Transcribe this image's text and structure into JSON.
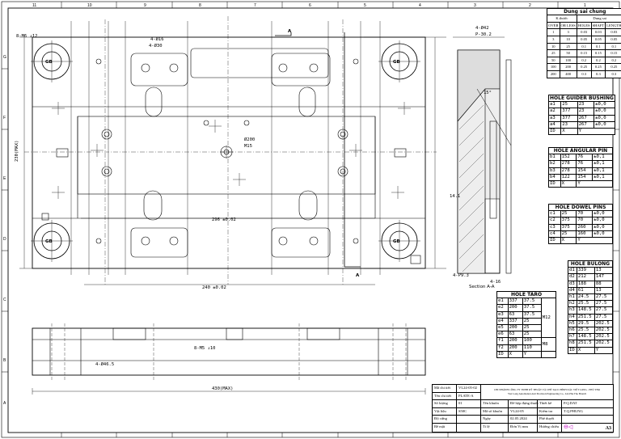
{
  "zones": {
    "columns": [
      "11",
      "10",
      "9",
      "8",
      "7",
      "6",
      "5",
      "4",
      "3",
      "2",
      "1"
    ],
    "rows": [
      "G",
      "F",
      "E",
      "D",
      "C",
      "B",
      "A"
    ]
  },
  "general_tolerance": {
    "title": "Dung sai chung",
    "headers": [
      "K.thước",
      "Dung sai"
    ],
    "subheaders": [
      "OVER",
      "OR LESS",
      "HOLES",
      "SHAFT",
      "LENGTH"
    ],
    "rows": [
      [
        "1",
        "3",
        "0.03",
        "0.03",
        "0.03"
      ],
      [
        "3",
        "10",
        "0.05",
        "0.05",
        "0.05"
      ],
      [
        "10",
        "25",
        "0.1",
        "0.1",
        "0.1"
      ],
      [
        "25",
        "50",
        "0.15",
        "0.15",
        "0.15"
      ],
      [
        "50",
        "100",
        "0.2",
        "0.2",
        "0.2"
      ],
      [
        "100",
        "200",
        "0.25",
        "0.25",
        "0.25"
      ],
      [
        "200",
        "400",
        "0.3",
        "0.3",
        "0.3"
      ]
    ]
  },
  "hole_guider_bushing": {
    "title": "HOLE GUIDER BUSHING",
    "rows": [
      [
        "a1",
        "25",
        "23",
        "±0,0"
      ],
      [
        "a2",
        "377",
        "23",
        "±0,0"
      ],
      [
        "a3",
        "377",
        "267",
        "±0,0"
      ],
      [
        "a4",
        "23",
        "267",
        "±0,0"
      ]
    ],
    "footer": [
      "ID",
      "X",
      "Y"
    ]
  },
  "hole_angular_pin": {
    "title": "HOLE ANGULAR PIN",
    "rows": [
      [
        "b1",
        "152",
        "76",
        "±0,1"
      ],
      [
        "b2",
        "278",
        "76",
        "±0,1"
      ],
      [
        "b3",
        "278",
        "154",
        "±0,1"
      ],
      [
        "b4",
        "122",
        "154",
        "±0,1"
      ]
    ],
    "footer": [
      "ID",
      "X",
      "Y"
    ]
  },
  "hole_dowel_pins": {
    "title": "HOLE DOWEL PINS",
    "rows": [
      [
        "c1",
        "25",
        "70",
        "±0,0"
      ],
      [
        "c2",
        "375",
        "70",
        "±0,0"
      ],
      [
        "c3",
        "375",
        "260",
        "±0,0"
      ],
      [
        "c4",
        "25",
        "160",
        "±0,0"
      ]
    ],
    "footer": [
      "ID",
      "X",
      "Y"
    ]
  },
  "hole_taro": {
    "title": "HOLE TARO",
    "thread_a": "M12",
    "thread_b": "M8",
    "rows": [
      [
        "e1",
        "337",
        "37.5"
      ],
      [
        "e2",
        "200",
        "37.5"
      ],
      [
        "e3",
        "63",
        "37.5"
      ],
      [
        "e4",
        "337",
        "25"
      ],
      [
        "e5",
        "200",
        "25"
      ],
      [
        "e6",
        "63",
        "25"
      ],
      [
        "f1",
        "200",
        "100"
      ],
      [
        "f2",
        "200",
        "110"
      ]
    ],
    "footer": [
      "ID",
      "X",
      "Y"
    ]
  },
  "hole_bulong": {
    "title": "HOLE BULONG",
    "rows": [
      [
        "d1",
        "339",
        "13"
      ],
      [
        "d2",
        "212",
        "147"
      ],
      [
        "d3",
        "188",
        "88"
      ],
      [
        "d4",
        "61",
        "13"
      ],
      [
        "h1",
        "24.5",
        "27.5"
      ],
      [
        "h2",
        "25.5",
        "27.5"
      ],
      [
        "h3",
        "148.5",
        "27.5"
      ],
      [
        "h4",
        "251.5",
        "27.5"
      ],
      [
        "h5",
        "29.5",
        "202.5"
      ],
      [
        "h6",
        "25.5",
        "202.5"
      ],
      [
        "h7",
        "148.5",
        "202.5"
      ],
      [
        "h8",
        "251.5",
        "202.5"
      ]
    ],
    "footer": [
      "ID",
      "X",
      "Y"
    ]
  },
  "title_block": {
    "company_vn": "CHI NHÁNH CÔNG TY TNHH KỸ THUẬT VÀ CHẾ TẠO CHÍNH XÁC VIỆT LONG - PHÚ THỌ",
    "company_en": "Viet Long Automation And Precision Engineering Co., Ltd-Phu Tho Branch",
    "rows": [
      [
        "Mã chi tiết",
        "VL24-05-02"
      ],
      [
        "Tên chi tiết",
        "PLATE-A"
      ],
      [
        "Số lượng",
        "01"
      ],
      [
        "Vật liệu",
        "S50C"
      ],
      [
        "Độ cứng",
        ""
      ],
      [
        "Bề mặt",
        ""
      ]
    ],
    "mid_rows": [
      [
        "Tên khuôn",
        "Đế hộp đựng thuốc"
      ],
      [
        "Mã số khuôn",
        "VL24-05"
      ],
      [
        "Ngày",
        "02.05.2024"
      ],
      [
        "Tỉ lệ",
        "Đơn Vị",
        "mm"
      ]
    ],
    "right_rows": [
      [
        "Thiết kế",
        "P.Q.DAT"
      ],
      [
        "Kiểm tra",
        "T.Q.PHUNG"
      ],
      [
        "Phê duyệt",
        ""
      ],
      [
        "Hướng chiếu",
        ""
      ]
    ],
    "sheet_size": "A3"
  },
  "drawing_labels": {
    "section_mark": "A",
    "section_caption": "Section A-A",
    "gb": "GB",
    "dims": {
      "overall_width_bottom": "430(MAX)",
      "width_296": "296 ±0.02",
      "height_230": "230(MAX)",
      "width_240": "240 ±0.02",
      "depth_a": "4-Ø46.5",
      "m_bolt": "8-M5 ↓10",
      "top_hole": "8-M6 ↓12",
      "pin": "4-Ø16",
      "taper_a": "4-Ø30",
      "centre_hole": "Ø200",
      "centre_hole_b": "M15",
      "section_depth": "4-Ø42",
      "section_depth_b": "P-30.2",
      "angle": "15°",
      "right_side": "14.1",
      "bottom_depth": "4-P9.3",
      "short": "4-16"
    }
  }
}
